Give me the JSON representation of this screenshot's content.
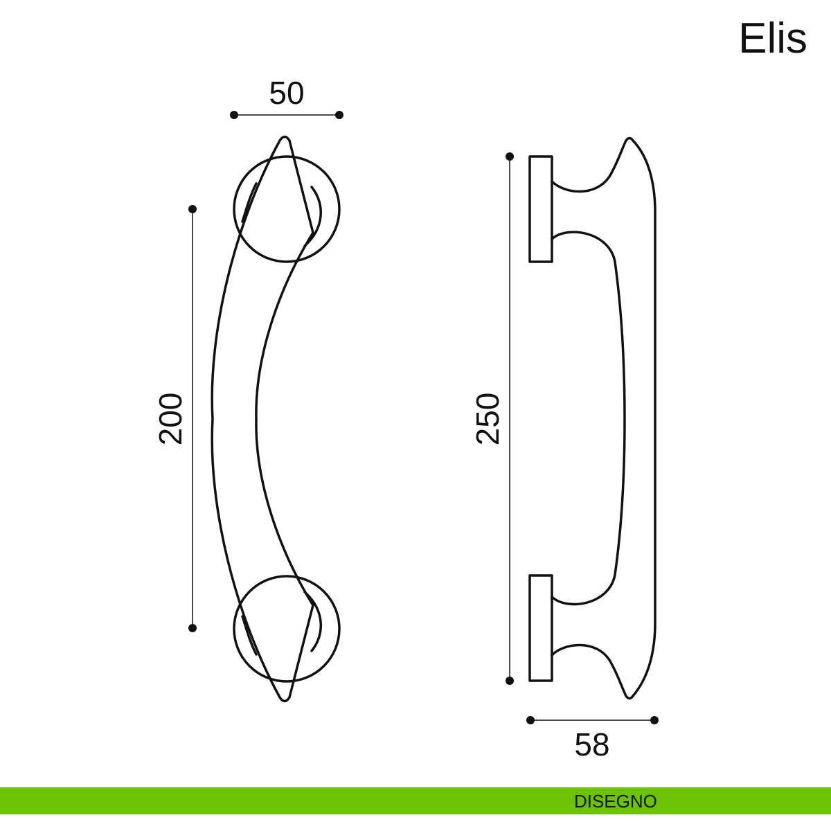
{
  "title": "Elis",
  "footer": {
    "label": "DISEGNO",
    "color": "#6cc304"
  },
  "dimensions": {
    "front_width": "50",
    "front_height": "200",
    "side_height": "250",
    "side_depth": "58"
  }
}
